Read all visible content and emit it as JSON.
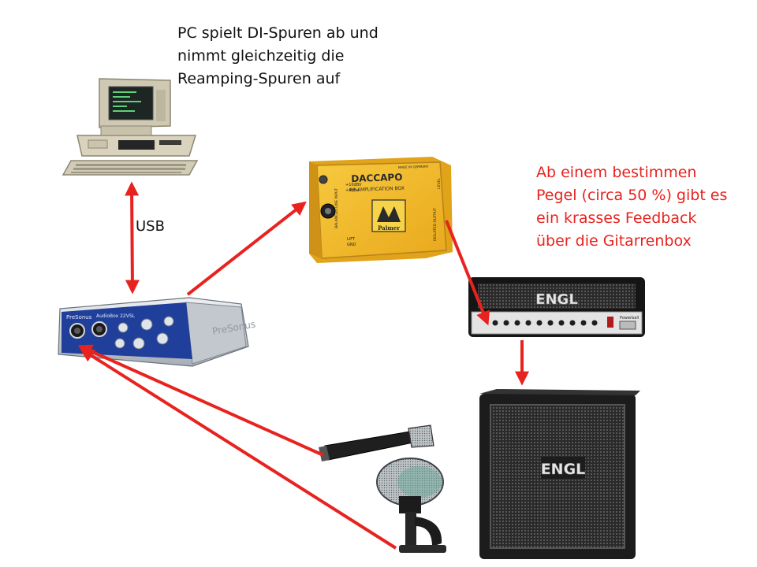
{
  "pc_note": {
    "lines": [
      "PC spielt DI-Spuren ab und",
      "nimmt gleichzeitig die",
      "Reamping-Spuren auf"
    ]
  },
  "feedback_note": {
    "lines": [
      "Ab einem bestimmen",
      "Pegel (circa 50 %) gibt es",
      "ein krasses Feedback",
      "über die Gitarrenbox"
    ]
  },
  "connection_label": "USB",
  "devices": {
    "reamp_box": {
      "title": "DACCAPO",
      "subtitle": "RE-AMPLIFICATION BOX",
      "brand": "Palmer",
      "jack_labels": [
        "+10dBV",
        "+4dBu",
        "LIFT",
        "GND",
        "BALANCED LINE INPUT",
        "ISOLATED OUTPUT",
        "LEVEL",
        "MADE IN GERMANY"
      ]
    },
    "audio_interface": {
      "brand": "PreSonus",
      "model": "AudioBox 22VSL",
      "side_brand": "PreSonus"
    },
    "amp_head": {
      "brand": "ENGL",
      "model": "Powerball"
    },
    "cabinet": {
      "brand": "ENGL"
    }
  },
  "colors": {
    "arrow": "#e8231f",
    "reamp_box": "#f3b622",
    "interface": "#1f3f9a",
    "amp": "#151515"
  }
}
